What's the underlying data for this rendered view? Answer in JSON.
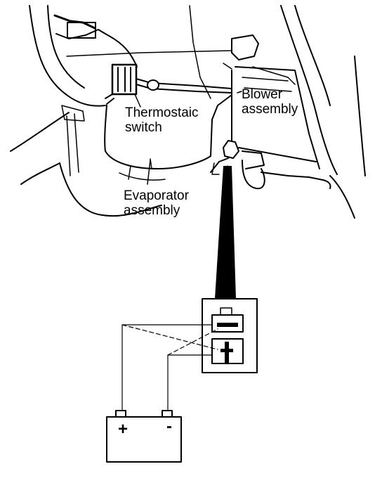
{
  "labels": {
    "thermostatic_switch": [
      "Thermostaic",
      "switch"
    ],
    "blower_assembly": [
      "Blower",
      "assembly"
    ],
    "evaporator_assembly": [
      "Evaporator",
      "assembly"
    ]
  },
  "battery": {
    "positive": "+",
    "negative": "-"
  }
}
